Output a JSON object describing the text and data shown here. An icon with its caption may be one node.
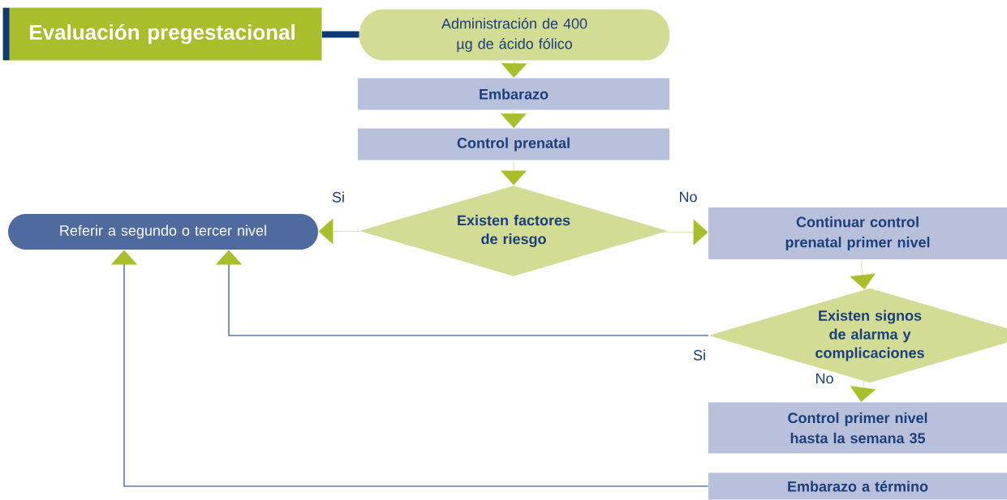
{
  "diagram": {
    "nodes": [
      {
        "text": [
          "Evaluación pregestacional"
        ]
      },
      {
        "text": [
          "Administración de 400 µg de ácido fólico"
        ]
      },
      {
        "text": [
          "Embarazo"
        ]
      },
      {
        "text": [
          "Control prenatal"
        ]
      },
      {
        "text": [
          "Existen factores de riesgo"
        ]
      },
      {
        "text": [
          "Referir a segundo o tercer nivel"
        ]
      },
      {
        "text": [
          "Continuar control prenatal primer nivel"
        ]
      },
      {
        "text": [
          "Existen signos de alarma y complicaciones"
        ]
      },
      {
        "text": [
          "Control primer nivel hasta la semana 35"
        ]
      },
      {
        "text": [
          "Embarazo a término"
        ]
      }
    ],
    "edges": [
      {
        "from": 0,
        "to": 1,
        "arrow": "none",
        "style": "thick",
        "color": "#0d3a78"
      },
      {
        "from": 1,
        "to": 2,
        "arrow": "to"
      },
      {
        "from": 2,
        "to": 3,
        "arrow": "to"
      },
      {
        "from": 3,
        "to": 4,
        "arrow": "to"
      },
      {
        "from": 4,
        "to": 5,
        "arrow": "to",
        "label": "Si"
      },
      {
        "from": 4,
        "to": 6,
        "arrow": "to",
        "label": "No"
      },
      {
        "from": 6,
        "to": 7,
        "arrow": "to"
      },
      {
        "from": 7,
        "to": 8,
        "arrow": "to",
        "label": "No"
      },
      {
        "from": 7,
        "to": 5,
        "arrow": "to",
        "label": "Si",
        "color": "#5a7bab"
      },
      {
        "from": 9,
        "to": 5,
        "arrow": "to",
        "color": "#5a7bab"
      }
    ]
  }
}
